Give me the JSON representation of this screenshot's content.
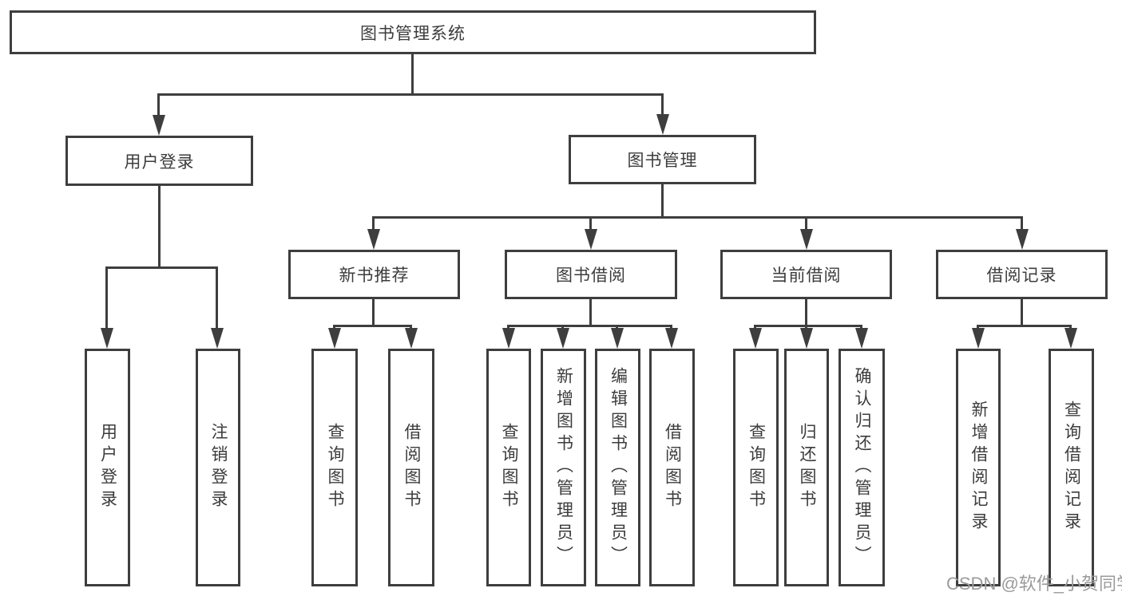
{
  "colors": {
    "line": "#3e3e3e",
    "text": "#3c3c3c",
    "watermark-color": "#9b9b9b"
  },
  "watermark": "CSDN @软件_小贺同学",
  "tree": {
    "root": {
      "label": "图书管理系统"
    },
    "user_login": {
      "label": "用户登录",
      "children": [
        {
          "label": "用户登录"
        },
        {
          "label": "注销登录"
        }
      ]
    },
    "book_mgmt": {
      "label": "图书管理",
      "children": [
        {
          "label": "新书推荐",
          "children": [
            {
              "label": "查询图书"
            },
            {
              "label": "借阅图书"
            }
          ]
        },
        {
          "label": "图书借阅",
          "children": [
            {
              "label": "查询图书"
            },
            {
              "label": "新增图书（管理员）"
            },
            {
              "label": "编辑图书（管理员）"
            },
            {
              "label": "借阅图书"
            }
          ]
        },
        {
          "label": "当前借阅",
          "children": [
            {
              "label": "查询图书"
            },
            {
              "label": "归还图书"
            },
            {
              "label": "确认归还（管理员）"
            }
          ]
        },
        {
          "label": "借阅记录",
          "children": [
            {
              "label": "新增借阅记录"
            },
            {
              "label": "查询借阅记录"
            }
          ]
        }
      ]
    }
  }
}
